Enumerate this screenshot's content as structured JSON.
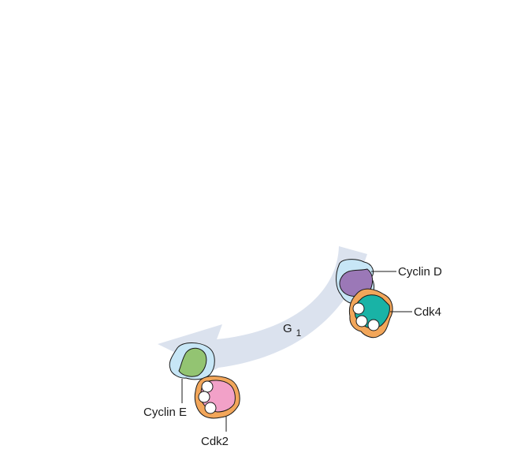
{
  "phase": {
    "label": "G",
    "subscript": "1"
  },
  "complexes": [
    {
      "cyclin": "Cyclin D",
      "cdk": "Cdk4"
    },
    {
      "cyclin": "Cyclin E",
      "cdk": "Cdk2"
    }
  ],
  "colors": {
    "arrow": "#dbe2ee",
    "cyclin_shell": "#c7e6f6",
    "cyclin_d_core": "#9b78b7",
    "cyclin_e_core": "#93c472",
    "cdk_shell": "#f2a65a",
    "cdk4_core": "#19b3a6",
    "cdk2_core": "#f2a1c8",
    "site": "#ffffff"
  }
}
